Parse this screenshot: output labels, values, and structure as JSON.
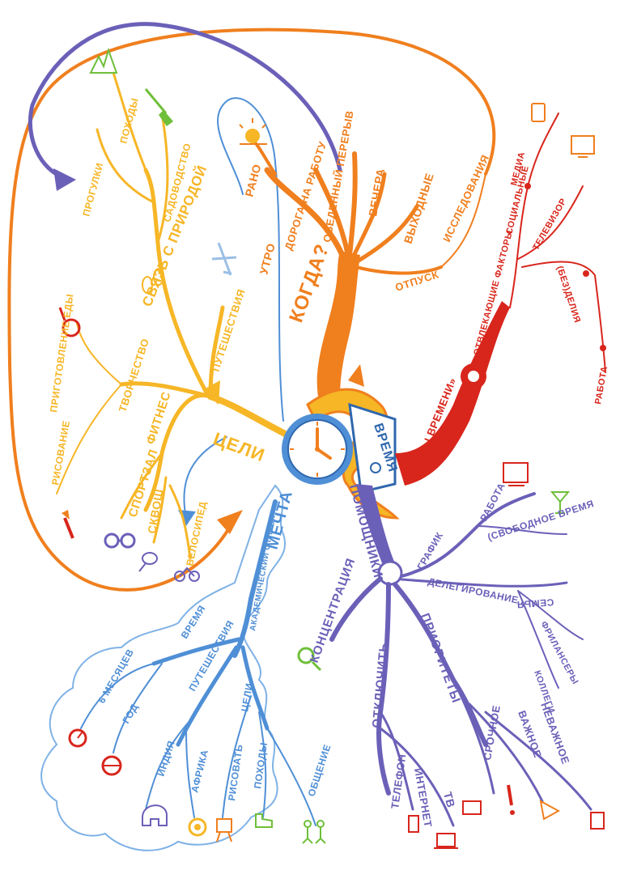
{
  "colors": {
    "orange": "#f07f1e",
    "yellow": "#f6b626",
    "red": "#d8261c",
    "purple": "#6b60b8",
    "blue": "#4f8fd6",
    "green": "#6fbf3a"
  },
  "center": {
    "clock_label": "",
    "box_label": "ВРЕМЯ"
  },
  "branches": {
    "when": {
      "title": "КОГДА?",
      "items": [
        "УТРО",
        "РАНО",
        "ДОРОГА НА РАБОТУ",
        "ОБЕДЕННЫЙ ПЕРЕРЫВ",
        "ВЕЧЕРА",
        "ВЫХОДНЫЕ",
        "ОТПУСК",
        "ИССЛЕДОВАНИЯ"
      ]
    },
    "thieves": {
      "title": "«ВОРЫ ВРЕМЕНИ»",
      "items": [
        "ОТВЛЕКАЮЩИЕ ФАКТОРЫ",
        "СОЦИАЛЬНЫЕ",
        "МЕДИА",
        "ТЕЛЕВИЗОР",
        "(БЕЗ)ДЕЛИЯ",
        "РАБОТА"
      ]
    },
    "goals": {
      "title": "ЦЕЛИ",
      "items": [
        "ФИТНЕС",
        "СПОРТЗАЛ",
        "СКВОШ",
        "ВЕЛОСИПЕД",
        "ТВОРЧЕСТВО",
        "РИСОВАНИЕ",
        "ПРИГОТОВЛЕНИЕ ЕДЫ",
        "ПУТЕШЕСТВИЯ",
        "СВЯЗЬ С ПРИРОДОЙ",
        "САДОВОДСТВО",
        "ПРОГУЛКИ",
        "ПОХОДЫ"
      ]
    },
    "dream": {
      "title": "МЕЧТА",
      "items": [
        "АКАДЕМИЧЕСКИЙ ОТПУСК",
        "ВРЕМЯ",
        "6 МЕСЯЦЕВ",
        "ГОД",
        "ПУТЕШЕСТВИЯ",
        "ИНДИЯ",
        "АФРИКА",
        "ЦЕЛИ",
        "РИСОВАТЬ",
        "ПОХОДЫ",
        "ОБЩЕНИЕ"
      ]
    },
    "helpers": {
      "title": "ПОМОЩНИКИ",
      "items": [
        "ГРАФИК",
        "РАБОТА",
        "(СВОБОДНОЕ ВРЕМЯ",
        "ДЕЛЕГИРОВАНИЕ",
        "СЕМЬЯ",
        "ФРИЛАНСЕРЫ",
        "КОЛЛЕГИ",
        "КОНЦЕНТРАЦИЯ",
        "ОТКЛЮЧИТЬ",
        "ТЕЛЕФОН",
        "ИНТЕРНЕТ",
        "ТВ",
        "ПРИОРИТЕТЫ",
        "СРОЧНОЕ",
        "ВАЖНОЕ",
        "НЕВАЖНОЕ"
      ]
    }
  }
}
